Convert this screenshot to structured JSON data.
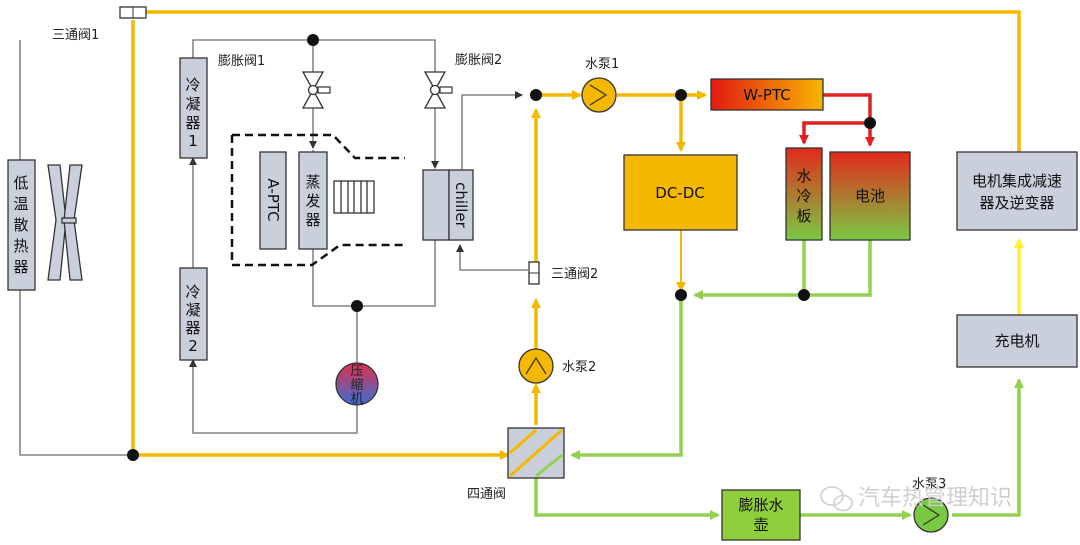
{
  "labels": {
    "three_way_valve_1": "三通阀1",
    "three_way_valve_2": "三通阀2",
    "expansion_valve_1": "膨胀阀1",
    "expansion_valve_2": "膨胀阀2",
    "water_pump_1": "水泵1",
    "water_pump_2": "水泵2",
    "water_pump_3": "水泵3",
    "four_way_valve": "四通阀"
  },
  "components": {
    "radiator": [
      "低",
      "温",
      "散",
      "热",
      "器"
    ],
    "condenser_1": [
      "冷",
      "凝",
      "器",
      "1"
    ],
    "condenser_2": [
      "冷",
      "凝",
      "器",
      "2"
    ],
    "a_ptc": "A-PTC",
    "evaporator": [
      "蒸",
      "发",
      "器"
    ],
    "chiller": "chiller",
    "compressor": [
      "压",
      "缩",
      "机"
    ],
    "w_ptc": "W-PTC",
    "dc_dc": "DC-DC",
    "water_cold_plate": [
      "水",
      "冷",
      "板"
    ],
    "battery": "电池",
    "motor_unit": [
      "电机集成减速",
      "器及逆变器"
    ],
    "charger": "充电机",
    "expansion_tank": [
      "膨胀水",
      "壶"
    ]
  },
  "watermark": "汽车热管理知识",
  "colors": {
    "coolant_hot": "#f5b800",
    "coolant_cool": "#92d050",
    "coolant_heated": "#e02020",
    "refrigerant": "#6b6b6b",
    "component_box": "#c9d0db",
    "dcdc_fill": "#f5b800",
    "wptc_gradient": [
      "#e21a12",
      "#f7b400"
    ],
    "battery_gradient": [
      "#e32a1c",
      "#7ac943"
    ],
    "compressor_gradient": [
      "#e0304a",
      "#3a6fd8"
    ],
    "expansion_tank_fill": "#8fcf3c",
    "pump_fill": "#f5b800",
    "pump3_fill": "#7ac943"
  }
}
